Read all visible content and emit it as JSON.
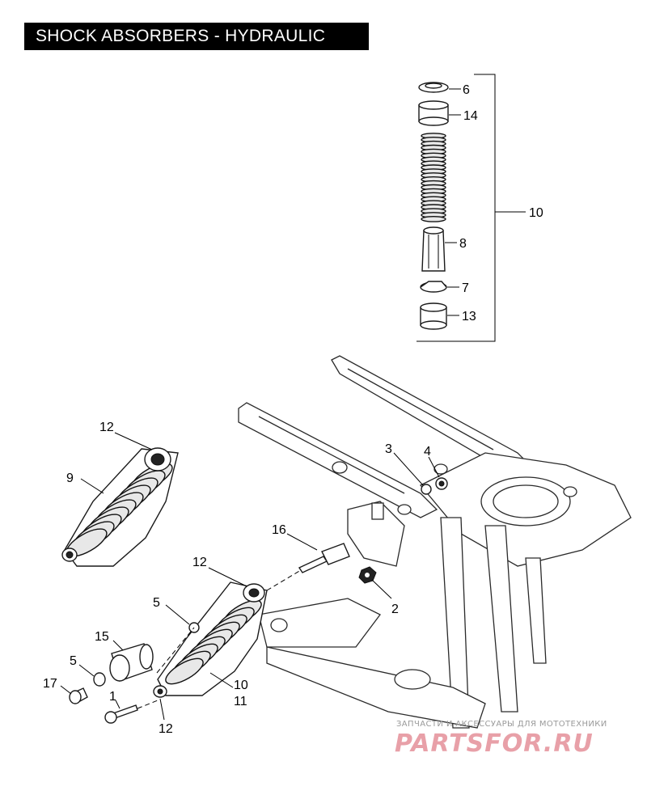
{
  "title": "SHOCK ABSORBERS - HYDRAULIC",
  "callouts": [
    {
      "id": "c6",
      "text": "6"
    },
    {
      "id": "c14",
      "text": "14"
    },
    {
      "id": "c10a",
      "text": "10"
    },
    {
      "id": "c8",
      "text": "8"
    },
    {
      "id": "c7",
      "text": "7"
    },
    {
      "id": "c13",
      "text": "13"
    },
    {
      "id": "c12a",
      "text": "12"
    },
    {
      "id": "c9",
      "text": "9"
    },
    {
      "id": "c3",
      "text": "3"
    },
    {
      "id": "c4",
      "text": "4"
    },
    {
      "id": "c16",
      "text": "16"
    },
    {
      "id": "c2",
      "text": "2"
    },
    {
      "id": "c12b",
      "text": "12"
    },
    {
      "id": "c5a",
      "text": "5"
    },
    {
      "id": "c15",
      "text": "15"
    },
    {
      "id": "c5b",
      "text": "5"
    },
    {
      "id": "c17",
      "text": "17"
    },
    {
      "id": "c1",
      "text": "1"
    },
    {
      "id": "c10b",
      "text": "10"
    },
    {
      "id": "c11",
      "text": "11"
    },
    {
      "id": "c12c",
      "text": "12"
    }
  ],
  "watermark": {
    "tagline": "ЗАПЧАСТИ И АКСЕССУАРЫ ДЛЯ МОТОТЕХНИКИ",
    "logo": "PARTSFOR.RU"
  }
}
